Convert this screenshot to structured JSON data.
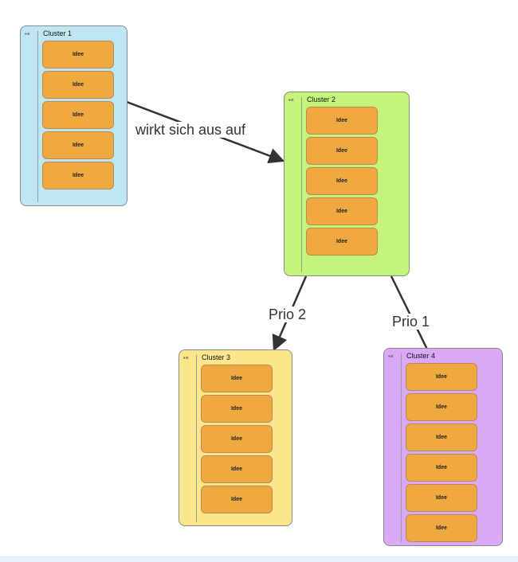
{
  "clusters": [
    {
      "title": "Cluster 1",
      "color": "#bfe6f3",
      "ideas": [
        "Idee",
        "Idee",
        "Idee",
        "Idee",
        "Idee"
      ]
    },
    {
      "title": "Cluster 2",
      "color": "#c4f57a",
      "ideas": [
        "Idee",
        "Idee",
        "Idee",
        "Idee",
        "Idee"
      ]
    },
    {
      "title": "Cluster 3",
      "color": "#fce68c",
      "ideas": [
        "Idee",
        "Idee",
        "Idee",
        "Idee",
        "Idee"
      ]
    },
    {
      "title": "Cluster 4",
      "color": "#d9a8f7",
      "ideas": [
        "Idee",
        "Idee",
        "Idee",
        "Idee",
        "Idee",
        "Idee"
      ]
    }
  ],
  "edges": [
    {
      "from": "Cluster 1",
      "to": "Cluster 2",
      "label": "wirkt sich aus auf"
    },
    {
      "from": "Cluster 2",
      "to": "Cluster 3",
      "label": "Prio 2"
    },
    {
      "from": "Cluster 2",
      "to": "Cluster 4",
      "label": "Prio 1"
    }
  ],
  "cluster_icon": "outline-list-icon"
}
